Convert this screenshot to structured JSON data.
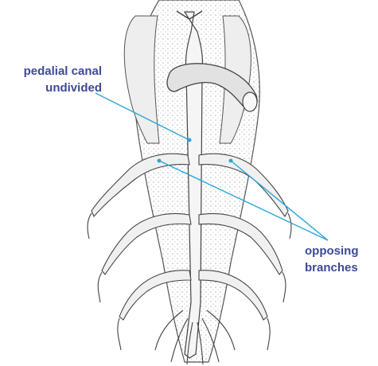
{
  "colors": {
    "label_text": "#3d4a96",
    "pointer_line": "#2aa6d9",
    "ink": "#4a4a4a",
    "body_fill": "#e9e9e9",
    "stipple": "#9a9a9a"
  },
  "labels": {
    "pedalial": {
      "line1": "pedalial canal",
      "line2": "undivided"
    },
    "opposing": {
      "line1": "opposing",
      "line2": "branches"
    }
  }
}
